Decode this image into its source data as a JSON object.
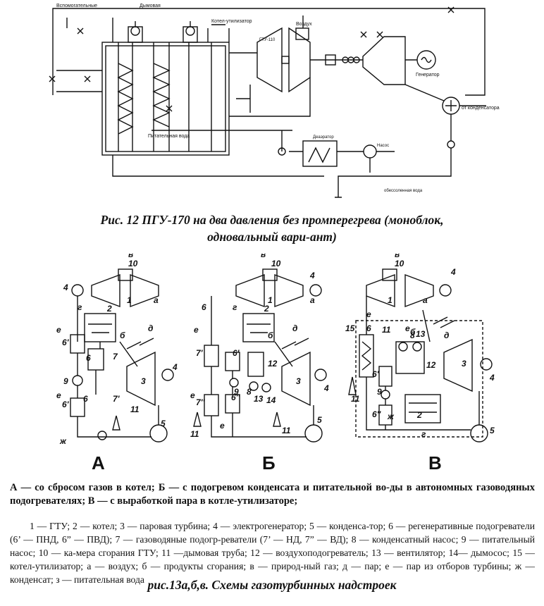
{
  "figure12": {
    "caption_line1": "Рис. 12 ПГУ-170 на два давления без промперегрева (моноблок,",
    "caption_line2": "одновальный вари-ант)"
  },
  "figure13": {
    "variants": [
      {
        "letter": "А",
        "labels": [
          "1",
          "2",
          "3",
          "4",
          "4",
          "5",
          "6",
          "6",
          "6'",
          "6'",
          "7",
          "7'",
          "9",
          "10",
          "11",
          "а",
          "б",
          "в",
          "г",
          "д",
          "е",
          "е",
          "ж"
        ]
      },
      {
        "letter": "Б",
        "labels": [
          "1",
          "2",
          "3",
          "4",
          "4",
          "5",
          "6",
          "7'",
          "7''",
          "6'",
          "6''",
          "8",
          "9",
          "10",
          "11",
          "11",
          "12",
          "13",
          "14",
          "а",
          "б",
          "в",
          "г",
          "д",
          "е",
          "е",
          "е"
        ]
      },
      {
        "letter": "В",
        "labels": [
          "1",
          "2",
          "3",
          "4",
          "4",
          "5",
          "6",
          "6'",
          "6''",
          "8",
          "9",
          "10",
          "11",
          "11",
          "12",
          "13",
          "15",
          "а",
          "б",
          "в",
          "г",
          "д",
          "е",
          "е",
          "ж"
        ]
      }
    ],
    "description": "А — со сбросом газов в котел; Б — с подогревом конденсата и питательной во-ды в автономных газоводяных подогревателях; В — с выработкой пара в котле-утилизаторе;",
    "legend": "1 — ГТУ; 2 — котел; 3 — паровая турбина; 4 — электрогенератор; 5 — конденса-тор; 6 — регенеративные подогреватели (6’ — ПНД, 6” — ПВД); 7 — газоводяные подогр-реватели (7’ — НД, 7” — ВД); 8 — конденсатный насос; 9 — питательный насос; 10 — ка-мера сгорания ГТУ; 11 —дымовая труба; 12 — воздухоподогреватель; 13 — вентилятор; 14— дымосос; 15 — котел-утилизатор; а — воздух; б — продукты сгорания; в — природ-ный газ; д — пар; е — пар из отборов турбины; ж — конденсат; з — питательная вода",
    "caption": "рис.13а,б,в. Схемы газотурбинных надстроек"
  },
  "colors": {
    "ink": "#111111",
    "paper": "#ffffff"
  }
}
